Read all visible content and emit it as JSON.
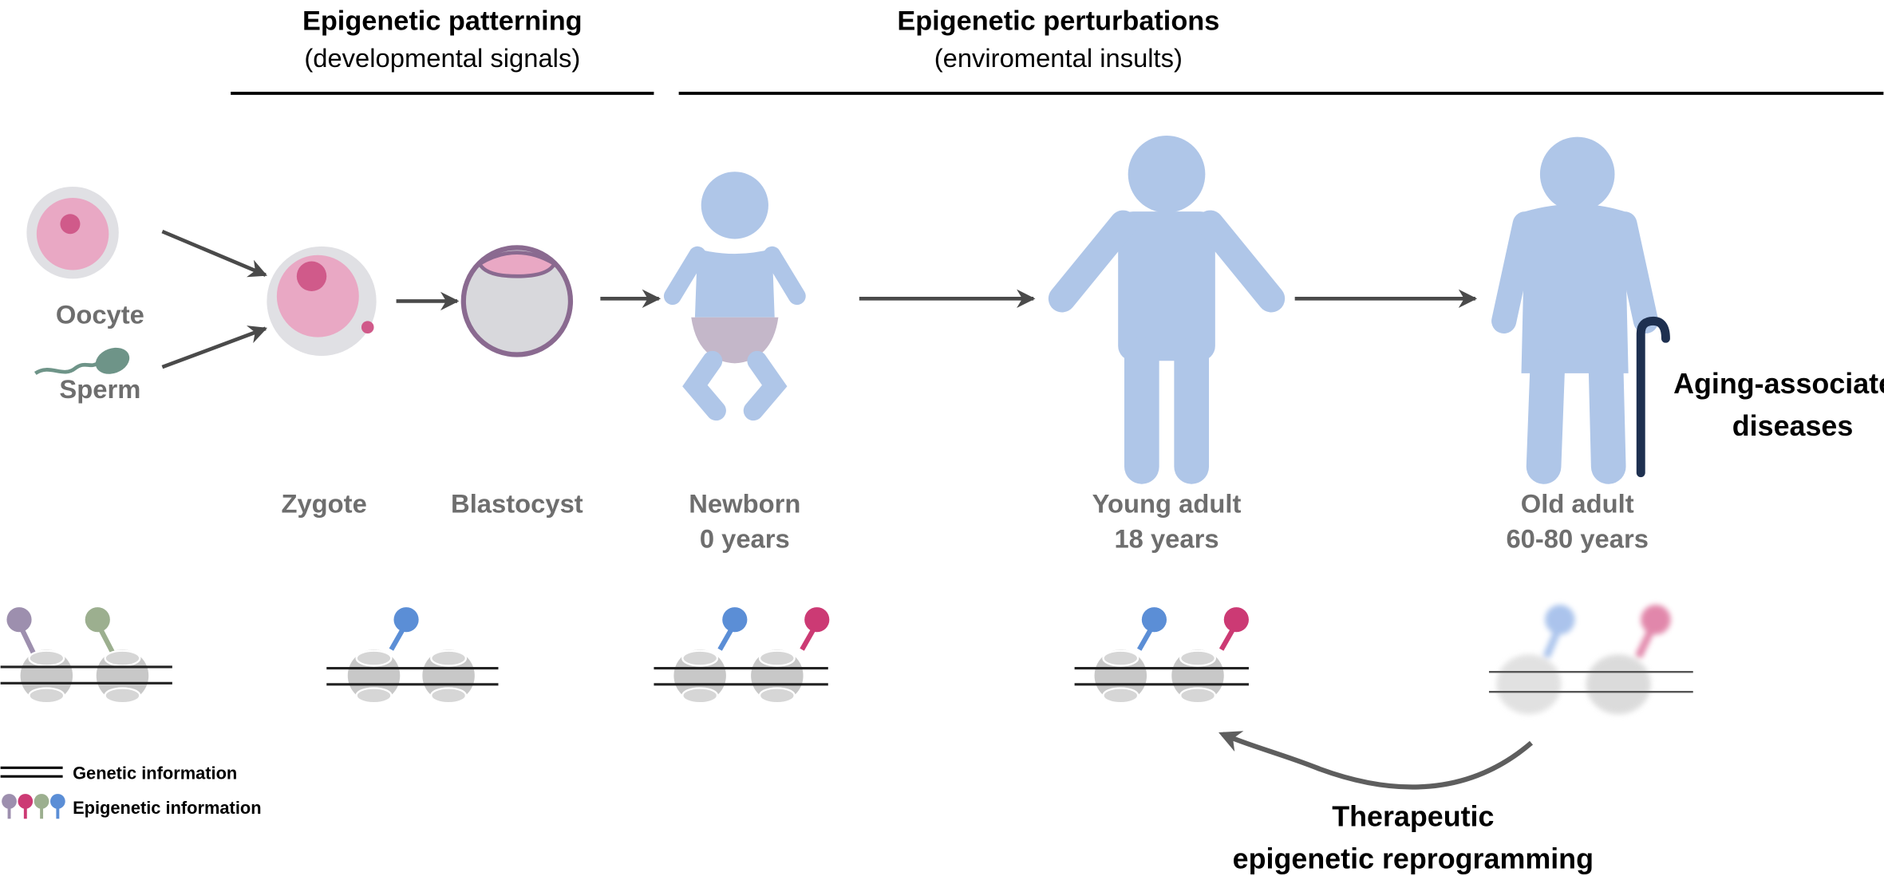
{
  "headers": {
    "patterning_title": "Epigenetic patterning",
    "patterning_subtitle": "(developmental signals)",
    "perturbations_title": "Epigenetic perturbations",
    "perturbations_subtitle": "(enviromental insults)"
  },
  "stages": {
    "oocyte": "Oocyte",
    "sperm": "Sperm",
    "zygote": "Zygote",
    "blastocyst": "Blastocyst",
    "newborn": {
      "name": "Newborn",
      "age": "0 years"
    },
    "young_adult": {
      "name": "Young adult",
      "age": "18 years"
    },
    "old_adult": {
      "name": "Old adult",
      "age": "60-80 years"
    }
  },
  "outcome": {
    "line1": "Aging-associated",
    "line2": "diseases"
  },
  "therapy": {
    "line1": "Therapeutic",
    "line2": "epigenetic reprogramming"
  },
  "legend": {
    "genetic": "Genetic information",
    "epigenetic": "Epigenetic information"
  },
  "colors": {
    "purple_mark": "#9d8fae",
    "magenta_mark": "#cc3a74",
    "green_mark": "#9caf8f",
    "blue_mark": "#5b8ed6",
    "figure_blue": "#afc6e8",
    "nucleosome_gray": "#c8c8c8",
    "pink_cell": "#e9a8c4"
  }
}
